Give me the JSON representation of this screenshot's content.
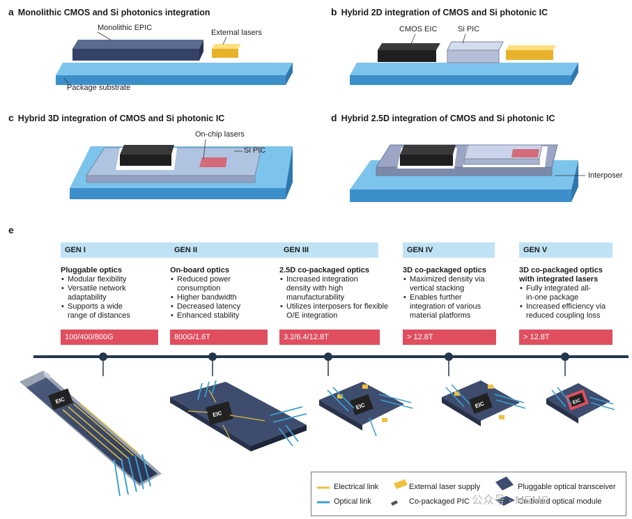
{
  "panels": {
    "a": {
      "letter": "a",
      "title": "Monolithic CMOS and Si photonics integration",
      "labels": {
        "epic": "Monolithic EPIC",
        "lasers": "External lasers",
        "substrate": "Package substrate"
      }
    },
    "b": {
      "letter": "b",
      "title": "Hybrid 2D integration of CMOS and Si photonic IC",
      "labels": {
        "eic": "CMOS EIC",
        "pic": "Si PIC"
      }
    },
    "c": {
      "letter": "c",
      "title": "Hybrid 3D integration of CMOS and Si photonic IC",
      "labels": {
        "lasers": "On-chip lasers",
        "pic": "Si PIC"
      }
    },
    "d": {
      "letter": "d",
      "title": "Hybrid 2.5D integration of CMOS and Si photonic IC",
      "labels": {
        "interposer": "Interposer"
      }
    },
    "e": {
      "letter": "e"
    }
  },
  "generations": [
    {
      "gen": "GEN I",
      "title": "Pluggable optics",
      "bullets": [
        "Modular flexibility",
        "Versatile network adaptability",
        "Supports a wide range of distances"
      ],
      "speed": "100/400/800G"
    },
    {
      "gen": "GEN II",
      "title": "On-board optics",
      "bullets": [
        "Reduced power consumption",
        "Higher bandwidth",
        "Decreased latency",
        "Enhanced stability"
      ],
      "speed": "800G/1.6T"
    },
    {
      "gen": "GEN III",
      "title": "2.5D co-packaged optics",
      "bullets": [
        "Increased integration density with high manufacturability",
        "Utilizes interposers for flexible O/E integration"
      ],
      "speed": "3.2/6.4/12.8T"
    },
    {
      "gen": "GEN IV",
      "title": "3D co-packaged optics",
      "bullets": [
        "Maximized density via vertical stacking",
        "Enables further integration of various material platforms"
      ],
      "speed": "> 12.8T"
    },
    {
      "gen": "GEN V",
      "title": "3D co-packaged optics with integrated lasers",
      "bullets": [
        "Fully integrated all-in-one package",
        "Increased efficiency via reduced coupling loss"
      ],
      "speed": "> 12.8T"
    }
  ],
  "chip_label": "EIC",
  "legend": {
    "electrical": "Electrical link",
    "optical": "Optical link",
    "ext_laser": "External laser supply",
    "cpo_pic": "Co-packaged PIC",
    "pluggable": "Pluggable optical transceiver",
    "onboard": "On-board optical module"
  },
  "watermark": "公众号 · MEMS",
  "colors": {
    "substrate": "#4aa3dc",
    "eic": "#2b2b2b",
    "laser": "#f0c040",
    "electrical": "#e8c040",
    "optical": "#3aa0d0",
    "speed": "#e04f5f",
    "gen_header": "#bfe3f5",
    "timeline": "#24364d"
  }
}
